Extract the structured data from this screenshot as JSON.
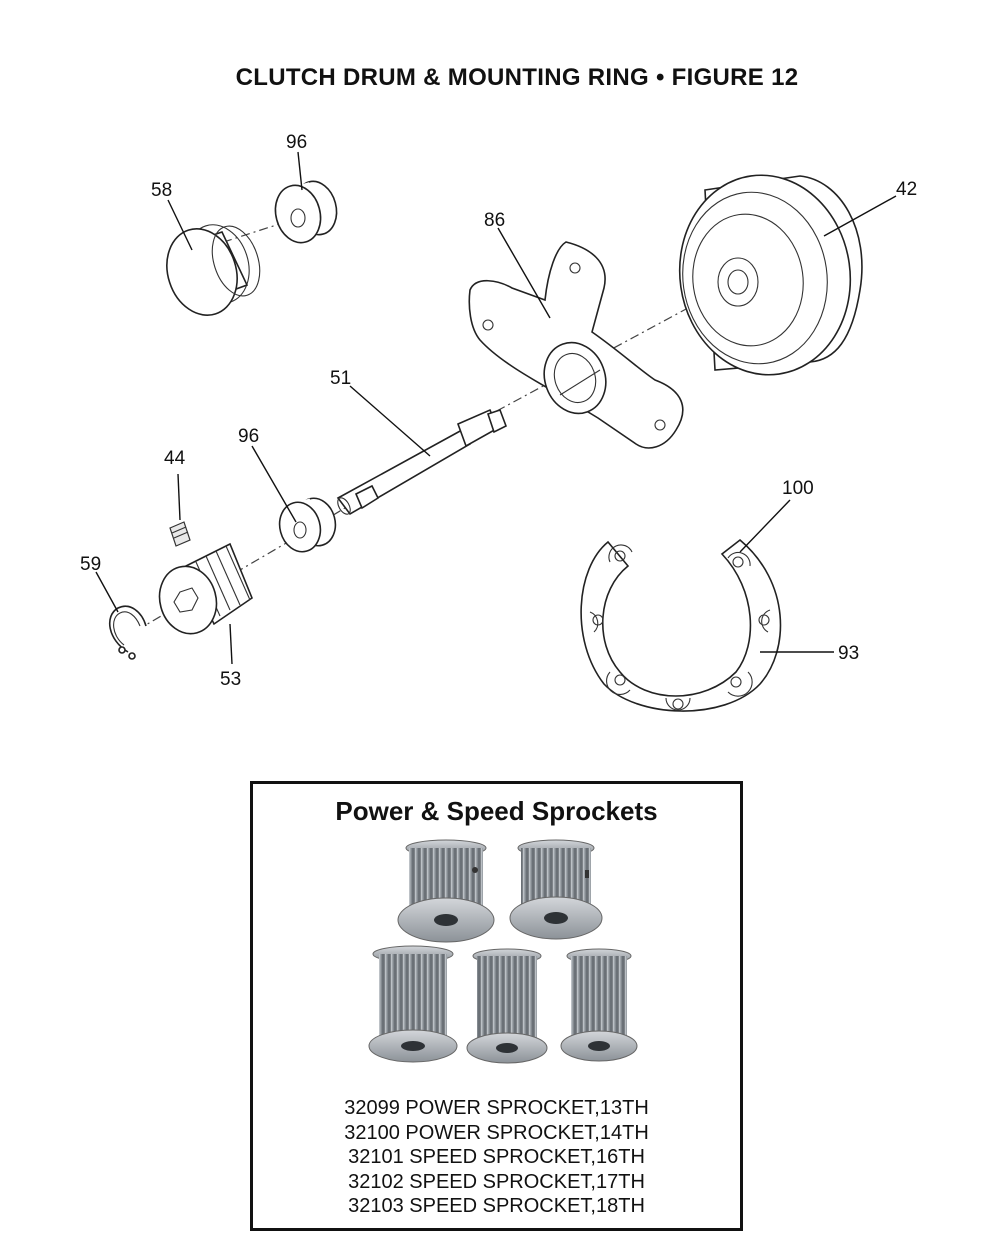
{
  "figure": {
    "title": "CLUTCH DRUM & MOUNTING RING  •  FIGURE 12",
    "callouts": {
      "c96_top": "96",
      "c58": "58",
      "c86": "86",
      "c42": "42",
      "c51": "51",
      "c96_bottom": "96",
      "c44": "44",
      "c59": "59",
      "c53": "53",
      "c100": "100",
      "c93": "93"
    }
  },
  "sprockets_box": {
    "title": "Power & Speed Sprockets",
    "items": [
      "32099 POWER SPROCKET,13TH",
      "32100 POWER SPROCKET,14TH",
      "32101 SPEED SPROCKET,16TH",
      "32102 SPEED SPROCKET,17TH",
      "32103 SPEED SPROCKET,18TH"
    ]
  },
  "colors": {
    "ink": "#111111",
    "metal": "#b9bec4",
    "metal_dark": "#6f757c"
  }
}
